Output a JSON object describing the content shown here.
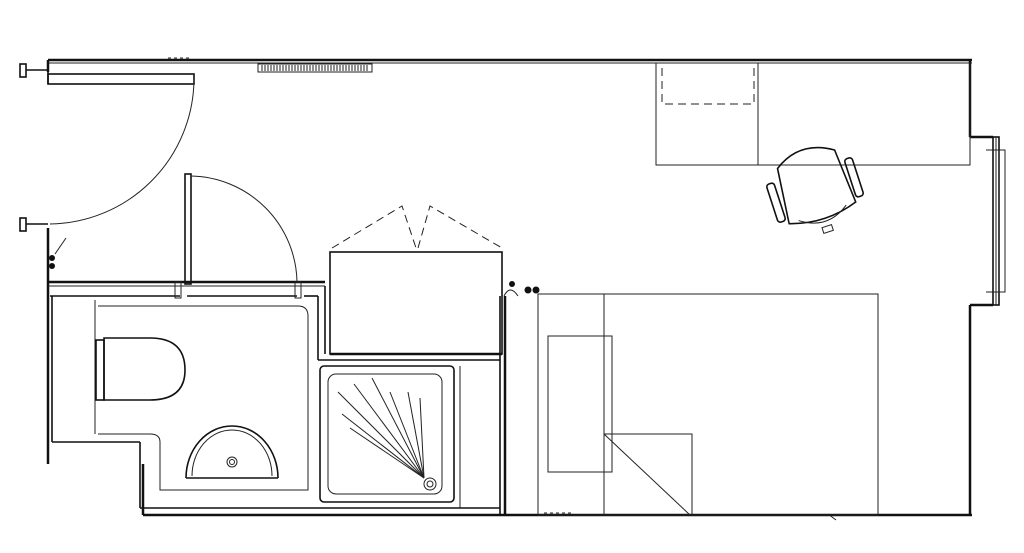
{
  "plan": {
    "stroke_color": "#111111",
    "background": "#ffffff",
    "fixtures": [
      "entrance-door",
      "bathroom-door",
      "wardrobe",
      "toilet",
      "washbasin",
      "shower-tray",
      "desk",
      "office-chair",
      "bed",
      "window",
      "radiator"
    ]
  }
}
